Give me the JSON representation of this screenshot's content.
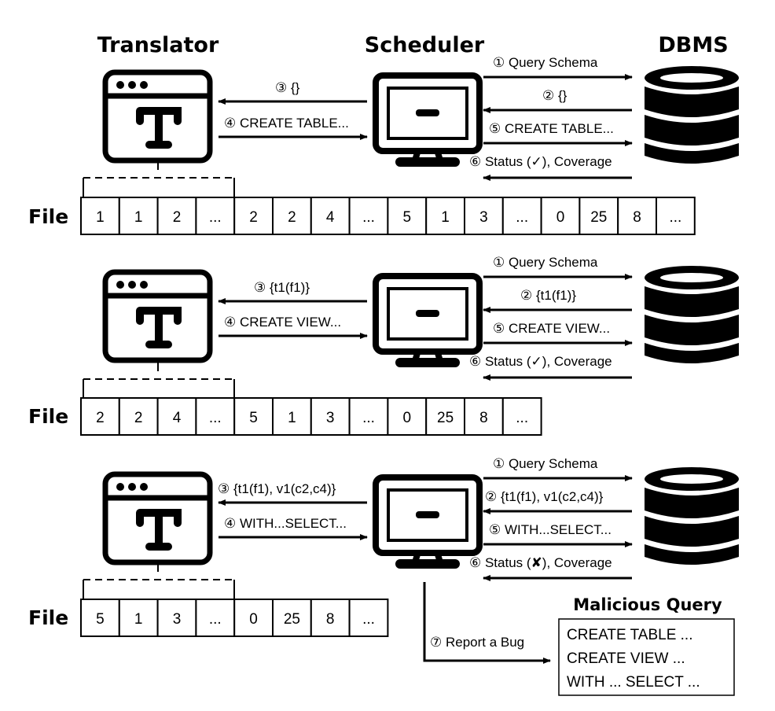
{
  "headers": {
    "translator": "Translator",
    "scheduler": "Scheduler",
    "dbms": "DBMS"
  },
  "icons": {
    "translator": "translator-window-icon",
    "scheduler": "monitor-icon",
    "dbms": "database-icon"
  },
  "file_label": "File",
  "stages": [
    {
      "to_translator": "③ {}",
      "from_translator": "④ CREATE TABLE...",
      "to_dbms_query": "① Query Schema",
      "from_dbms_schema": "② {}",
      "to_dbms_stmt": "⑤ CREATE TABLE...",
      "from_dbms_status": "⑥ Status (✓), Coverage",
      "file_cells": [
        "1",
        "1",
        "2",
        "...",
        "2",
        "2",
        "4",
        "...",
        "5",
        "1",
        "3",
        "...",
        "0",
        "25",
        "8",
        "..."
      ]
    },
    {
      "to_translator": "③ {t1(f1)}",
      "from_translator": "④ CREATE VIEW...",
      "to_dbms_query": "① Query Schema",
      "from_dbms_schema": "② {t1(f1)}",
      "to_dbms_stmt": "⑤ CREATE VIEW...",
      "from_dbms_status": "⑥ Status (✓), Coverage",
      "file_cells": [
        "2",
        "2",
        "4",
        "...",
        "5",
        "1",
        "3",
        "...",
        "0",
        "25",
        "8",
        "..."
      ]
    },
    {
      "to_translator": "③ {t1(f1), v1(c2,c4)}",
      "from_translator": "④ WITH...SELECT...",
      "to_dbms_query": "① Query Schema",
      "from_dbms_schema": "② {t1(f1), v1(c2,c4)}",
      "to_dbms_stmt": "⑤ WITH...SELECT...",
      "from_dbms_status": "⑥ Status (✘), Coverage",
      "file_cells": [
        "5",
        "1",
        "3",
        "...",
        "0",
        "25",
        "8",
        "..."
      ]
    }
  ],
  "report": {
    "label": "⑦ Report a Bug",
    "title": "Malicious Query",
    "lines": [
      "CREATE TABLE ...",
      "CREATE VIEW ...",
      "WITH ... SELECT ..."
    ]
  }
}
